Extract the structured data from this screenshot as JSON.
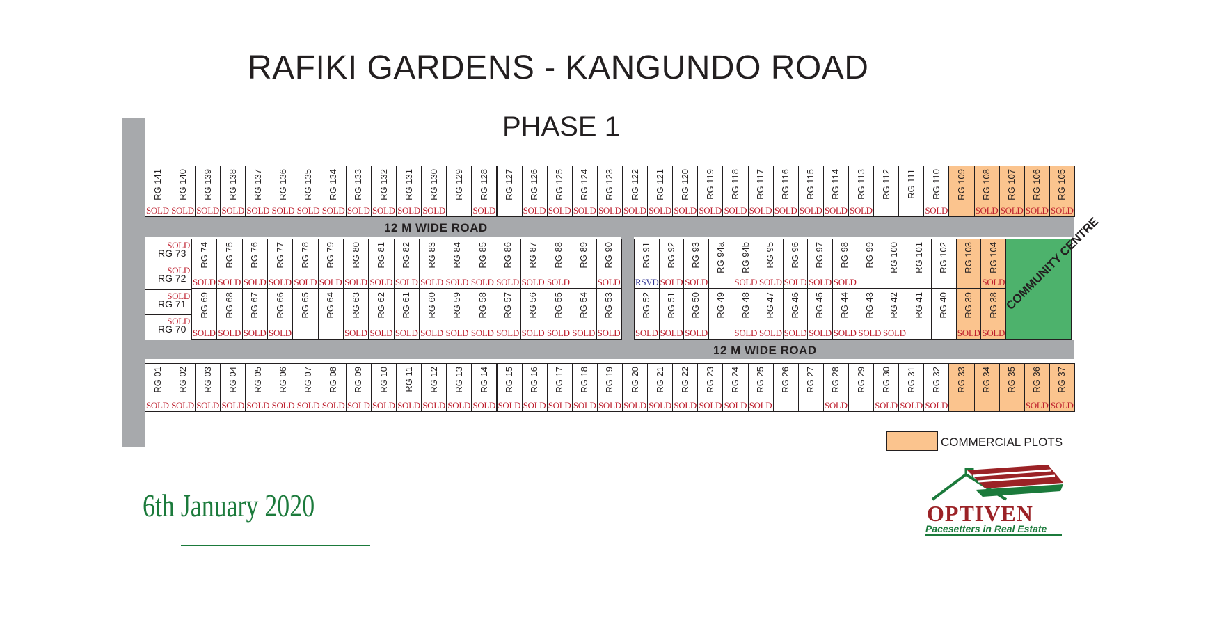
{
  "title": "RAFIKI GARDENS - KANGUNDO ROAD",
  "subtitle": "PHASE 1",
  "roads": {
    "top": "12 M  WIDE ROAD",
    "middle": "12 M  WIDE ROAD"
  },
  "sold_label": "SOLD",
  "reserved_label": "RSVD",
  "community_centre": "COMMUNITY CENTRE",
  "legend": {
    "commercial_label": "COMMERCIAL PLOTS",
    "commercial_color": "#fbc48e"
  },
  "date": "6th January 2020",
  "logo": {
    "name": "OPTIVEN",
    "tagline": "Pacesetters in Real Estate"
  },
  "colors": {
    "road": "#a7a9ac",
    "commercial": "#fbc48e",
    "community": "#4db26c",
    "sold": "#be1e2d",
    "date": "#1b7a3b"
  },
  "rows": {
    "row1": [
      {
        "id": "RG 141",
        "status": "sold"
      },
      {
        "id": "RG 140",
        "status": "sold"
      },
      {
        "id": "RG 139",
        "status": "sold"
      },
      {
        "id": "RG 138",
        "status": "sold"
      },
      {
        "id": "RG 137",
        "status": "sold"
      },
      {
        "id": "RG 136",
        "status": "sold"
      },
      {
        "id": "RG 135",
        "status": "sold"
      },
      {
        "id": "RG 134",
        "status": "sold"
      },
      {
        "id": "RG 133",
        "status": "sold"
      },
      {
        "id": "RG 132",
        "status": "sold"
      },
      {
        "id": "RG 131",
        "status": "sold"
      },
      {
        "id": "RG 130",
        "status": "sold"
      },
      {
        "id": "RG 129",
        "status": ""
      },
      {
        "id": "RG 128",
        "status": "sold"
      },
      {
        "id": "RG 127",
        "status": ""
      },
      {
        "id": "RG 126",
        "status": "sold"
      },
      {
        "id": "RG 125",
        "status": "sold"
      },
      {
        "id": "RG 124",
        "status": "sold"
      },
      {
        "id": "RG 123",
        "status": "sold"
      },
      {
        "id": "RG 122",
        "status": "sold"
      },
      {
        "id": "RG 121",
        "status": "sold"
      },
      {
        "id": "RG 120",
        "status": "sold"
      },
      {
        "id": "RG 119",
        "status": "sold"
      },
      {
        "id": "RG 118",
        "status": "sold"
      },
      {
        "id": "RG 117",
        "status": "sold"
      },
      {
        "id": "RG 116",
        "status": "sold"
      },
      {
        "id": "RG 115",
        "status": "sold"
      },
      {
        "id": "RG 114",
        "status": "sold"
      },
      {
        "id": "RG 113",
        "status": "sold"
      },
      {
        "id": "RG 112",
        "status": ""
      },
      {
        "id": "RG 111",
        "status": ""
      },
      {
        "id": "RG 110",
        "status": "sold"
      },
      {
        "id": "RG 109",
        "status": "",
        "commercial": true
      },
      {
        "id": "RG 108",
        "status": "sold",
        "commercial": true
      },
      {
        "id": "RG 107",
        "status": "sold",
        "commercial": true
      },
      {
        "id": "RG 106",
        "status": "sold",
        "commercial": true
      },
      {
        "id": "RG 105",
        "status": "sold",
        "commercial": true
      }
    ],
    "left_block": [
      {
        "id": "RG 73",
        "status": "sold"
      },
      {
        "id": "RG 72",
        "status": "sold"
      },
      {
        "id": "RG 71",
        "status": "sold"
      },
      {
        "id": "RG 70",
        "status": "sold"
      }
    ],
    "row2a": [
      {
        "id": "RG 74",
        "status": "sold"
      },
      {
        "id": "RG 75",
        "status": "sold"
      },
      {
        "id": "RG 76",
        "status": "sold"
      },
      {
        "id": "RG 77",
        "status": "sold"
      },
      {
        "id": "RG 78",
        "status": "sold"
      },
      {
        "id": "RG 79",
        "status": "sold"
      },
      {
        "id": "RG 80",
        "status": "sold"
      },
      {
        "id": "RG 81",
        "status": "sold"
      },
      {
        "id": "RG 82",
        "status": "sold"
      },
      {
        "id": "RG 83",
        "status": "sold"
      },
      {
        "id": "RG 84",
        "status": "sold"
      },
      {
        "id": "RG 85",
        "status": "sold"
      },
      {
        "id": "RG 86",
        "status": "sold"
      },
      {
        "id": "RG 87",
        "status": "sold"
      },
      {
        "id": "RG 88",
        "status": "sold"
      },
      {
        "id": "RG 89",
        "status": ""
      },
      {
        "id": "RG 90",
        "status": "sold"
      }
    ],
    "row3a": [
      {
        "id": "RG 69",
        "status": "sold"
      },
      {
        "id": "RG 68",
        "status": "sold"
      },
      {
        "id": "RG 67",
        "status": "sold"
      },
      {
        "id": "RG 66",
        "status": "sold"
      },
      {
        "id": "RG 65",
        "status": ""
      },
      {
        "id": "RG 64",
        "status": ""
      },
      {
        "id": "RG 63",
        "status": "sold"
      },
      {
        "id": "RG 62",
        "status": "sold"
      },
      {
        "id": "RG 61",
        "status": "sold"
      },
      {
        "id": "RG 60",
        "status": "sold"
      },
      {
        "id": "RG 59",
        "status": "sold"
      },
      {
        "id": "RG 58",
        "status": "sold"
      },
      {
        "id": "RG 57",
        "status": "sold"
      },
      {
        "id": "RG 56",
        "status": "sold"
      },
      {
        "id": "RG 55",
        "status": "sold"
      },
      {
        "id": "RG 54",
        "status": "sold"
      },
      {
        "id": "RG 53",
        "status": "sold"
      }
    ],
    "row2b": [
      {
        "id": "RG 91",
        "status": "rsvd"
      },
      {
        "id": "RG 92",
        "status": "sold"
      },
      {
        "id": "RG 93",
        "status": "sold"
      },
      {
        "id": "RG 94a",
        "status": ""
      },
      {
        "id": "RG 94b",
        "status": "sold"
      },
      {
        "id": "RG 95",
        "status": "sold"
      },
      {
        "id": "RG 96",
        "status": "sold"
      },
      {
        "id": "RG 97",
        "status": "sold"
      },
      {
        "id": "RG 98",
        "status": "sold"
      },
      {
        "id": "RG 99",
        "status": ""
      },
      {
        "id": "RG 100",
        "status": ""
      },
      {
        "id": "RG 101",
        "status": ""
      },
      {
        "id": "RG 102",
        "status": ""
      },
      {
        "id": "RG 103",
        "status": "",
        "commercial": true
      },
      {
        "id": "RG 104",
        "status": "sold",
        "commercial": true
      }
    ],
    "row3b": [
      {
        "id": "RG 52",
        "status": "sold"
      },
      {
        "id": "RG 51",
        "status": "sold"
      },
      {
        "id": "RG 50",
        "status": "sold"
      },
      {
        "id": "RG 49",
        "status": ""
      },
      {
        "id": "RG 48",
        "status": "sold"
      },
      {
        "id": "RG 47",
        "status": "sold"
      },
      {
        "id": "RG 46",
        "status": "sold"
      },
      {
        "id": "RG 45",
        "status": "sold"
      },
      {
        "id": "RG 44",
        "status": "sold"
      },
      {
        "id": "RG 43",
        "status": "sold"
      },
      {
        "id": "RG 42",
        "status": "sold"
      },
      {
        "id": "RG 41",
        "status": ""
      },
      {
        "id": "RG 40",
        "status": ""
      },
      {
        "id": "RG 39",
        "status": "sold",
        "commercial": true
      },
      {
        "id": "RG 38",
        "status": "sold",
        "commercial": true
      }
    ],
    "row4": [
      {
        "id": "RG 01",
        "status": "sold"
      },
      {
        "id": "RG 02",
        "status": "sold"
      },
      {
        "id": "RG 03",
        "status": "sold"
      },
      {
        "id": "RG 04",
        "status": "sold"
      },
      {
        "id": "RG 05",
        "status": "sold"
      },
      {
        "id": "RG 06",
        "status": "sold"
      },
      {
        "id": "RG 07",
        "status": "sold"
      },
      {
        "id": "RG 08",
        "status": "sold"
      },
      {
        "id": "RG 09",
        "status": "sold"
      },
      {
        "id": "RG 10",
        "status": "sold"
      },
      {
        "id": "RG 11",
        "status": "sold"
      },
      {
        "id": "RG 12",
        "status": "sold"
      },
      {
        "id": "RG 13",
        "status": "sold"
      },
      {
        "id": "RG 14",
        "status": "sold"
      },
      {
        "id": "RG 15",
        "status": "sold"
      },
      {
        "id": "RG 16",
        "status": "sold"
      },
      {
        "id": "RG 17",
        "status": "sold"
      },
      {
        "id": "RG 18",
        "status": "sold"
      },
      {
        "id": "RG 19",
        "status": "sold"
      },
      {
        "id": "RG 20",
        "status": "sold"
      },
      {
        "id": "RG 21",
        "status": "sold"
      },
      {
        "id": "RG 22",
        "status": "sold"
      },
      {
        "id": "RG 23",
        "status": "sold"
      },
      {
        "id": "RG 24",
        "status": "sold"
      },
      {
        "id": "RG 25",
        "status": "sold"
      },
      {
        "id": "RG 26",
        "status": ""
      },
      {
        "id": "RG 27",
        "status": ""
      },
      {
        "id": "RG 28",
        "status": "sold"
      },
      {
        "id": "RG 29",
        "status": ""
      },
      {
        "id": "RG 30",
        "status": "sold"
      },
      {
        "id": "RG 31",
        "status": "sold"
      },
      {
        "id": "RG 32",
        "status": "sold"
      },
      {
        "id": "RG 33",
        "status": "",
        "commercial": true
      },
      {
        "id": "RG 34",
        "status": "",
        "commercial": true
      },
      {
        "id": "RG 35",
        "status": "",
        "commercial": true
      },
      {
        "id": "RG 36",
        "status": "sold",
        "commercial": true
      },
      {
        "id": "RG 37",
        "status": "sold",
        "commercial": true
      }
    ]
  }
}
